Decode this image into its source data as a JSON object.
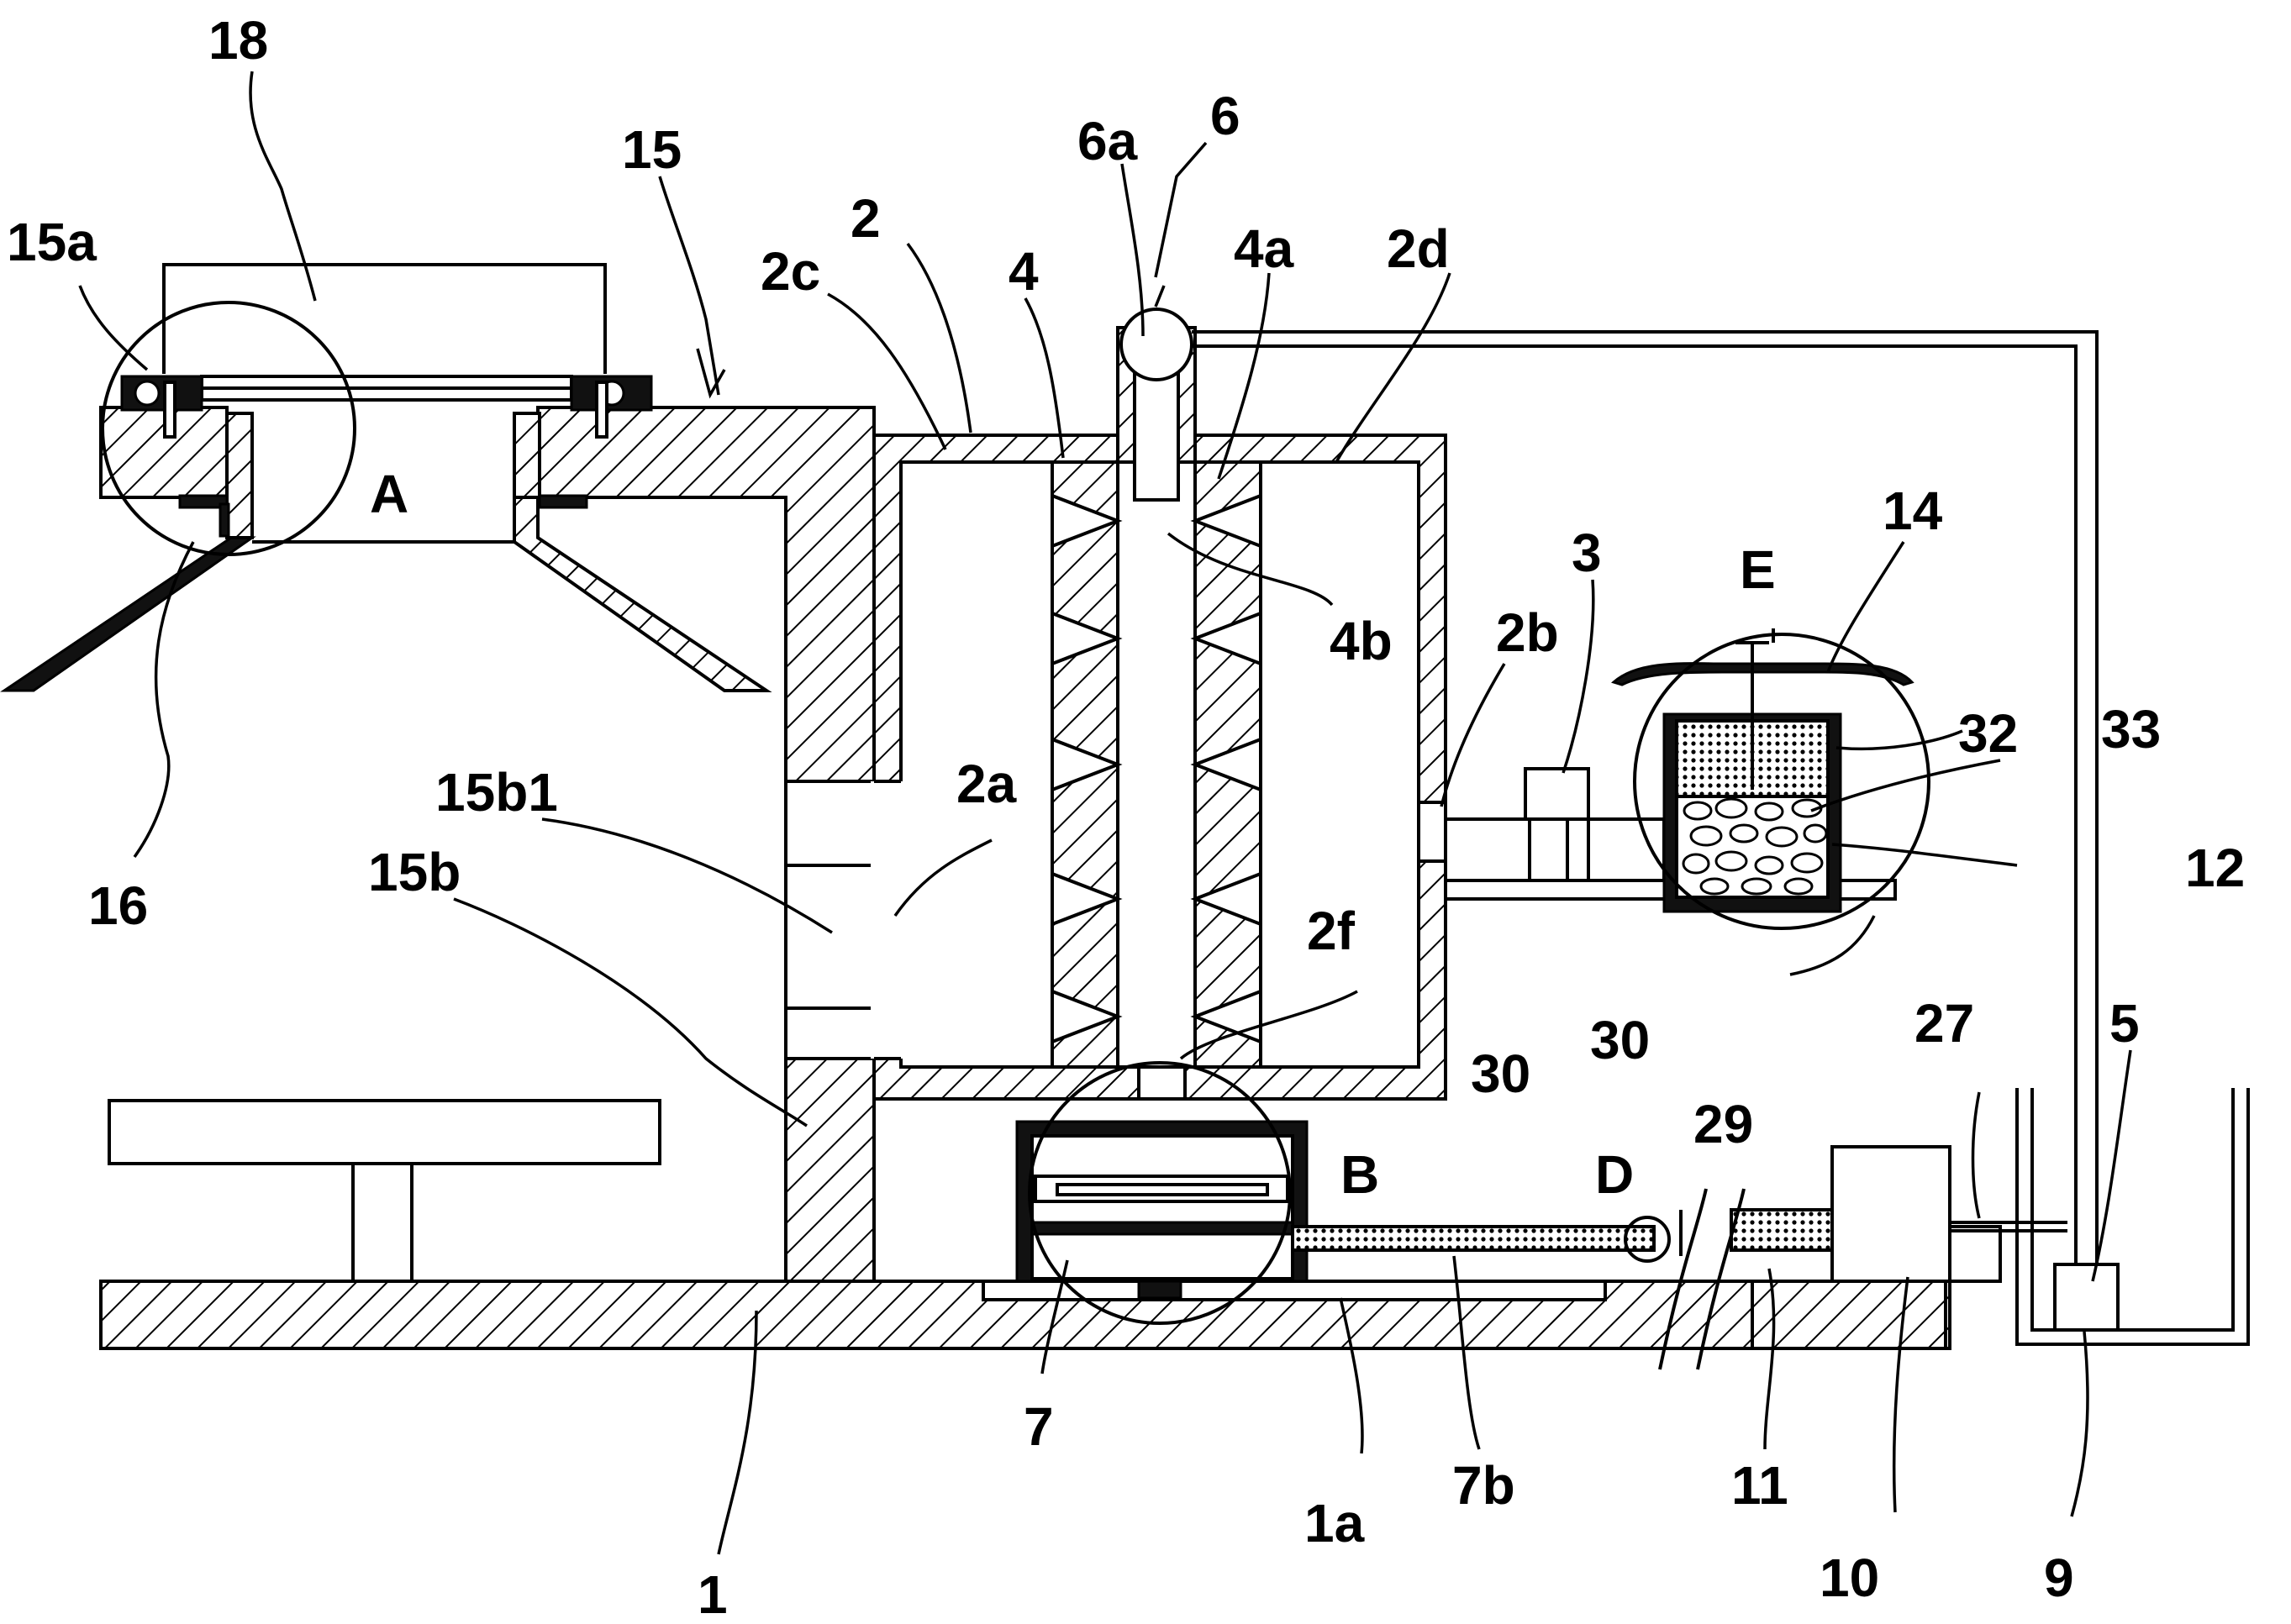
{
  "labels": {
    "l18": "18",
    "l15": "15",
    "l15a": "15a",
    "lA": "A",
    "l16": "16",
    "l15b1": "15b1",
    "l15b": "15b",
    "l2c": "2c",
    "l2": "2",
    "l4": "4",
    "l6a": "6a",
    "l6": "6",
    "l4a": "4a",
    "l2d": "2d",
    "l4b": "4b",
    "l2a": "2a",
    "l2b": "2b",
    "l2f": "2f",
    "l3": "3",
    "lE": "E",
    "l14": "14",
    "l32": "32",
    "l33": "33",
    "l12": "12",
    "l30a": "30",
    "l30b": "30",
    "l29": "29",
    "l27": "27",
    "l5": "5",
    "lB": "B",
    "lD": "D",
    "l7": "7",
    "l1a": "1a",
    "l7b": "7b",
    "l11": "11",
    "l10": "10",
    "l9": "9",
    "l1": "1"
  }
}
